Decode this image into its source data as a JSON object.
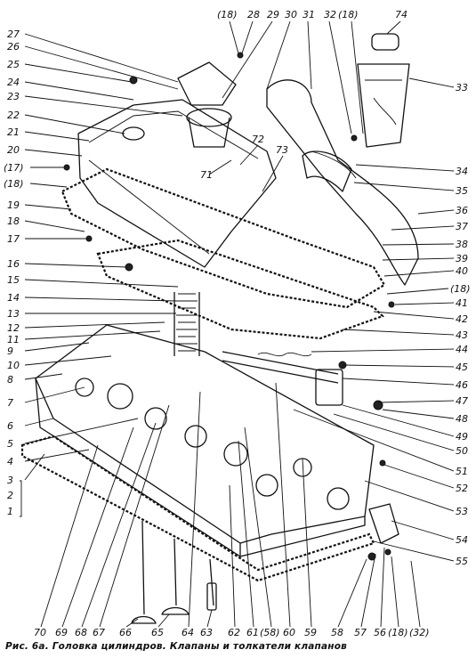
{
  "caption": "Рис. 6а. Головка цилиндров. Клапаны и толкатели клапанов",
  "labels_left": [
    "27",
    "26",
    "25",
    "24",
    "23",
    "22",
    "21",
    "20",
    "(17)",
    "(18)",
    "19",
    "18",
    "17",
    "16",
    "15",
    "14",
    "13",
    "12",
    "11",
    "9",
    "10",
    "8",
    "7",
    "6",
    "5",
    "4",
    "3",
    "2",
    "1"
  ],
  "labels_top": [
    "(18)",
    "28",
    "29",
    "30",
    "31",
    "32",
    "(18)",
    "74",
    "72",
    "73",
    "71"
  ],
  "labels_right": [
    "33",
    "34",
    "35",
    "36",
    "37",
    "38",
    "39",
    "40",
    "(18)",
    "41",
    "42",
    "43",
    "44",
    "45",
    "46",
    "47",
    "48",
    "49",
    "50",
    "51",
    "52",
    "53",
    "54",
    "55"
  ],
  "labels_bottom": [
    "70",
    "69",
    "68",
    "67",
    "66",
    "65",
    "64",
    "63",
    "62",
    "61",
    "(58)",
    "60",
    "59",
    "58",
    "57",
    "56",
    "(18)",
    "(32)"
  ]
}
